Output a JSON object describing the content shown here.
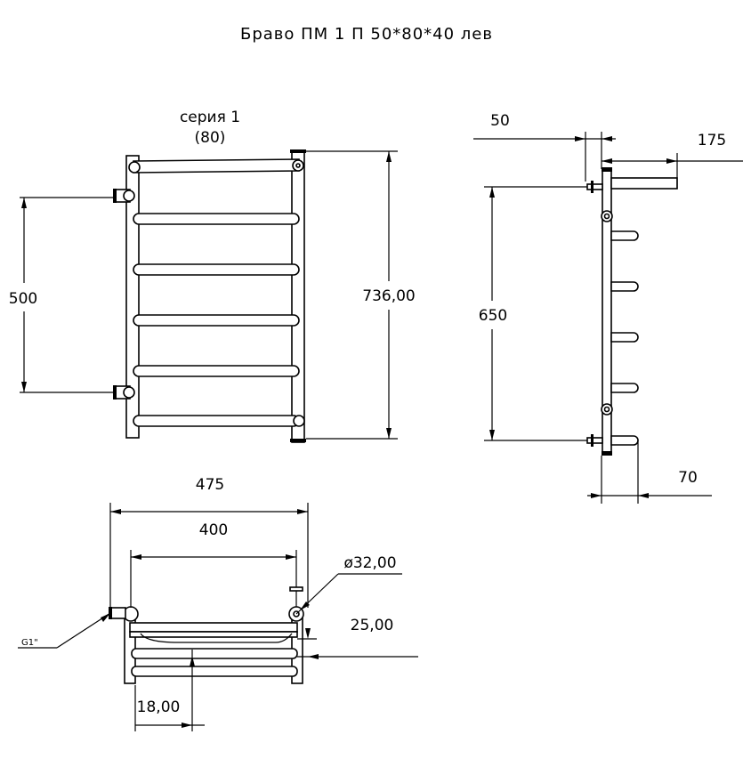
{
  "title": "Браво ПМ 1 П 50*80*40 лев",
  "front_view": {
    "series_line1": "серия 1",
    "series_line2": "(80)",
    "dim_connection": "500",
    "dim_height": "736,00"
  },
  "side_view": {
    "dim_wall": "50",
    "dim_depth": "175",
    "dim_connection": "650",
    "dim_offset": "70"
  },
  "top_view": {
    "dim_total": "475",
    "dim_axis": "400",
    "dim_diameter": "ø32,00",
    "dim_bar": "25,00",
    "dim_offset": "18,00",
    "thread_label": "G1\""
  }
}
